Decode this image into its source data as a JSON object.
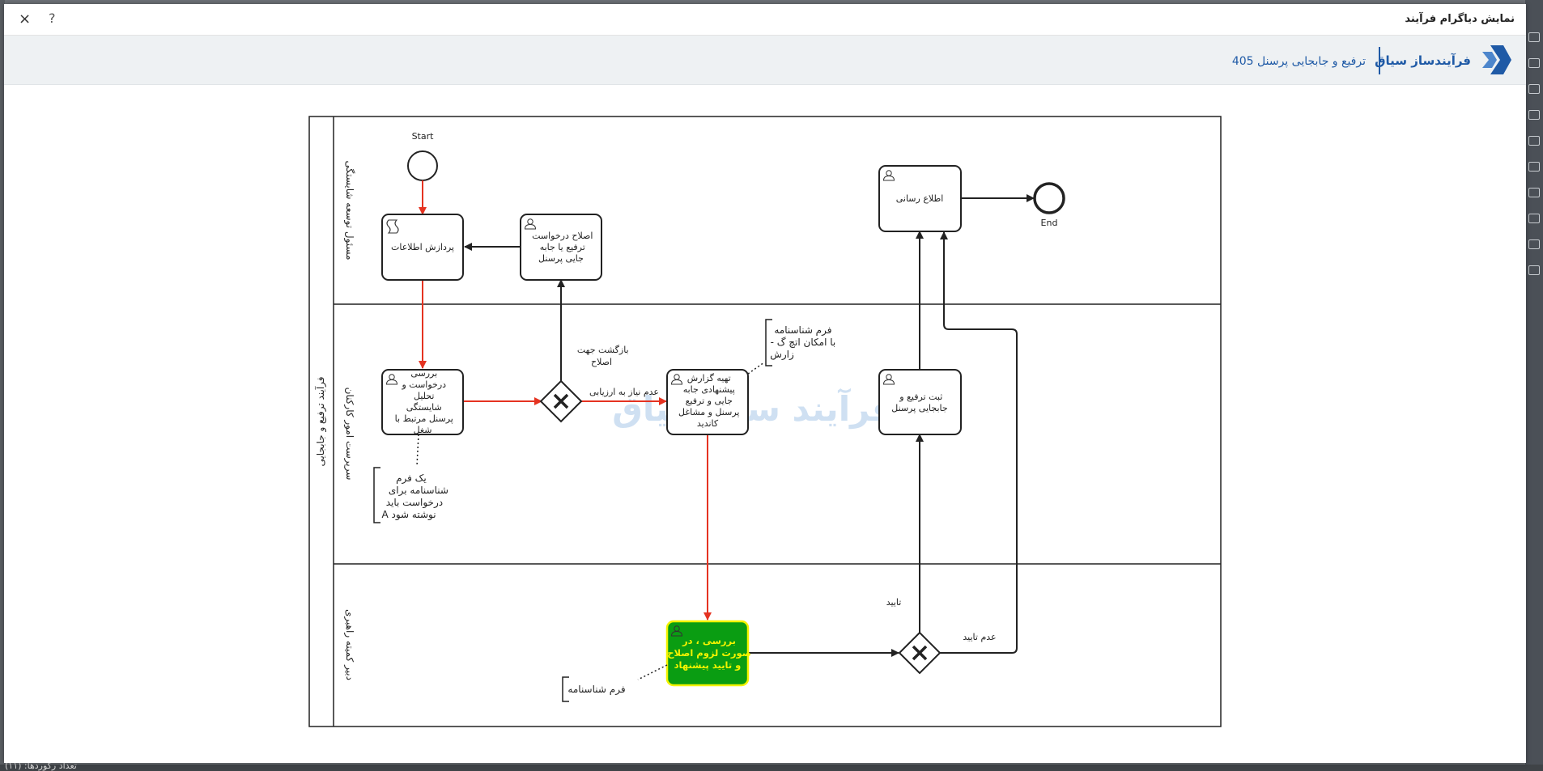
{
  "window": {
    "title": "نمایش دیاگرام فرآیند",
    "close_label": "×",
    "help_label": "?"
  },
  "brand": {
    "name": "فرآیندساز سیاق",
    "process_title": "ترفیع و جابجایی پرسنل 405"
  },
  "background": {
    "bottom_text": "تعداد رکوردها: (۱۱)"
  },
  "diagram": {
    "pool_label": "فرآیند ترفیع و جابجایی",
    "lanes": [
      "مسئول توسعه شایستگی",
      "سرپرست امور کارکنان",
      "دبیر کمیته راهبری"
    ],
    "start_label": "Start",
    "end_label": "End",
    "tasks": {
      "process_info": [
        "پردازش اطلاعات"
      ],
      "correct_request": [
        "اصلاح درخواست",
        "ترفیع یا جابه",
        "جایی پرسنل"
      ],
      "notify": [
        "اطلاع رسانی"
      ],
      "review_request": [
        "بررسی",
        "درخواست و",
        "تحلیل",
        "شایستگی",
        "پرسنل مرتبط با",
        "شغل"
      ],
      "prepare_report": [
        "تهیه گزارش",
        "پیشنهادی جابه",
        "جایی و ترفیع",
        "پرسنل و مشاغل",
        "کاندید"
      ],
      "register_promotion": [
        "ثبت ترفیع و",
        "جابجایی پرسنل"
      ],
      "committee_review": [
        "بررسی ، در",
        "صورت لزوم اصلاح",
        "و تایید پیشنهاد"
      ]
    },
    "flow_labels": {
      "return_fix": [
        "بازگشت جهت",
        "اصلاح"
      ],
      "no_eval": "عدم نیاز به ارزیابی",
      "approve": "تایید",
      "reject": "عدم تایید"
    },
    "annotations": {
      "form_note": [
        "یک فرم",
        "شناسنامه برای",
        "درخواست باید",
        "نوشته شود A"
      ],
      "report_note": [
        "فرم شناسنامه",
        "با امکان اتچ گ -",
        "زارش"
      ],
      "committee_note": [
        "فرم شناسنامه"
      ]
    },
    "watermark": "فرآیند ساز سیاق",
    "colors": {
      "active_flow": "#e53321",
      "normal_flow": "#222222",
      "active_task_fill": "#0a9d12",
      "active_task_border": "#f3f300",
      "active_task_text": "#f3f300",
      "brand": "#1f5aa6"
    }
  }
}
